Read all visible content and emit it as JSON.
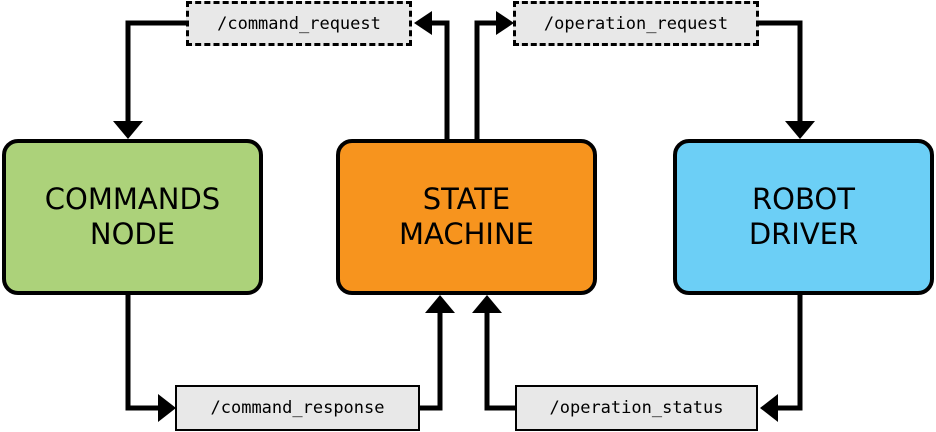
{
  "nodes": {
    "commands": {
      "label": "COMMANDS\nNODE",
      "color": "#acd27a"
    },
    "state_machine": {
      "label": "STATE\nMACHINE",
      "color": "#f7941e"
    },
    "robot_driver": {
      "label": "ROBOT\nDRIVER",
      "color": "#6ccff6"
    }
  },
  "topics": {
    "command_request": "/command_request",
    "operation_request": "/operation_request",
    "command_response": "/command_response",
    "operation_status": "/operation_status"
  }
}
